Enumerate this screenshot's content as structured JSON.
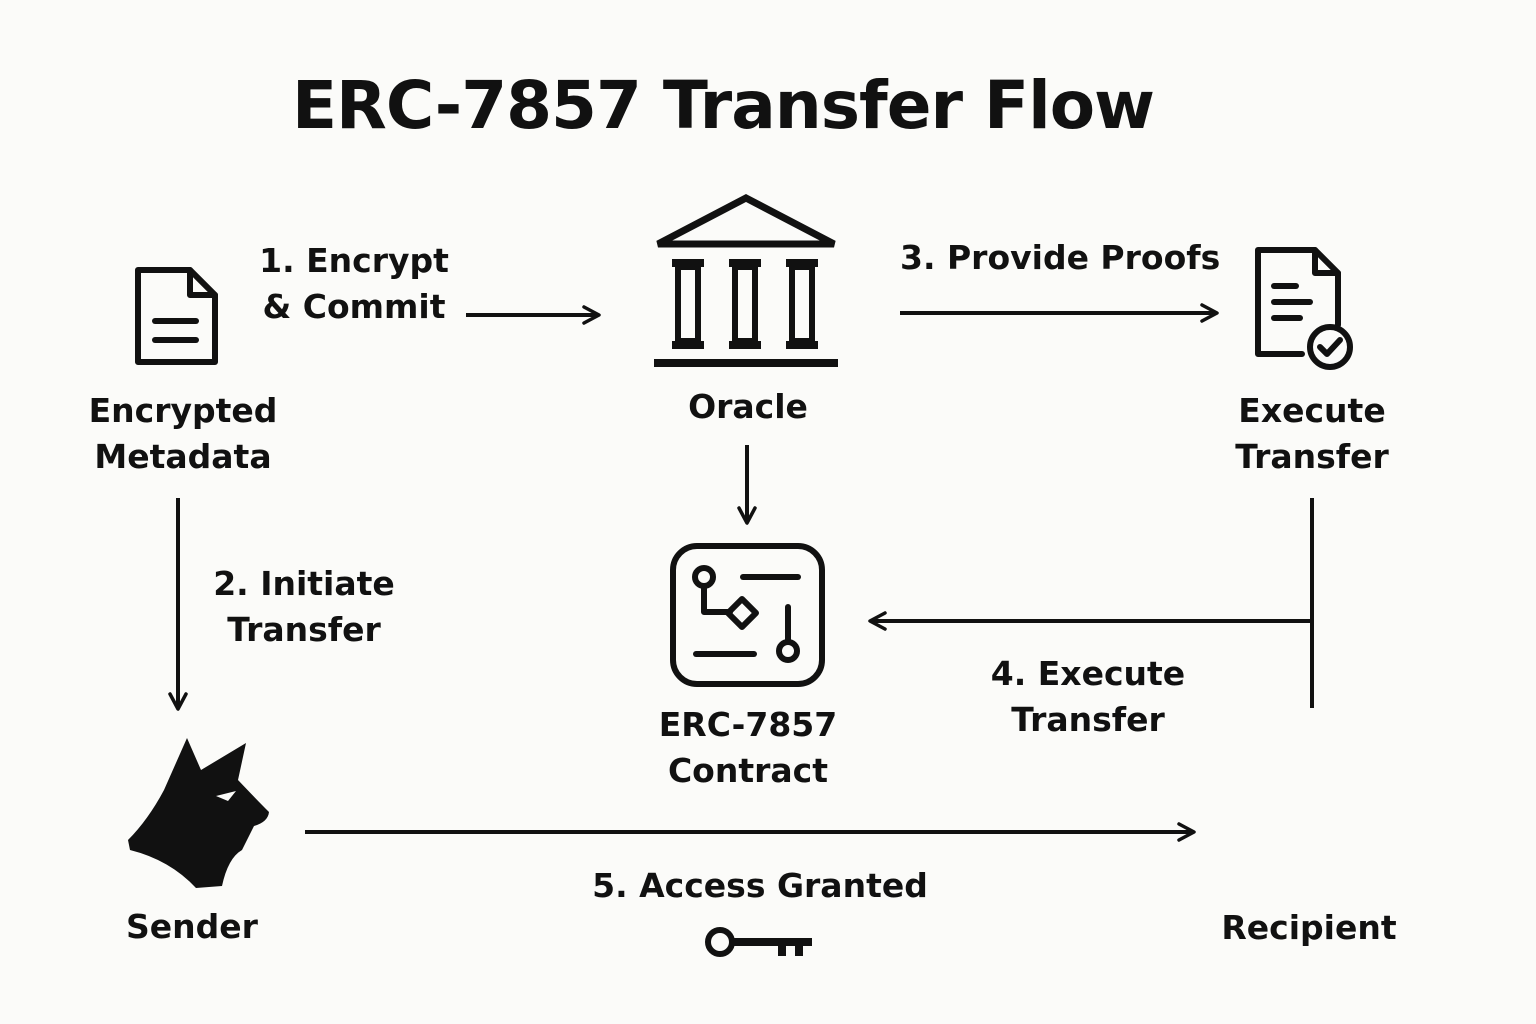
{
  "title": "ERC-7857 Transfer Flow",
  "nodes": {
    "metadata": {
      "line1": "Encrypted",
      "line2": "Metadata"
    },
    "oracle": {
      "label": "Oracle"
    },
    "execute": {
      "line1": "Execute",
      "line2": "Transfer"
    },
    "contract": {
      "line1": "ERC-7857",
      "line2": "Contract"
    },
    "sender": {
      "label": "Sender"
    },
    "recipient": {
      "label": "Recipient"
    }
  },
  "steps": {
    "step1": {
      "line1": "1. Encrypt",
      "line2": "& Commit"
    },
    "step2": {
      "line1": "2. Initiate",
      "line2": "Transfer"
    },
    "step3": {
      "label": "3. Provide Proofs"
    },
    "step4": {
      "line1": "4. Execute",
      "line2": "Transfer"
    },
    "step5": {
      "label": "5. Access Granted"
    }
  },
  "icons": {
    "metadata": "document-icon",
    "oracle": "bank-building-icon",
    "execute": "verified-document-icon",
    "contract": "smart-contract-chip-icon",
    "sender": "cat-head-icon",
    "recipient": "cat-head-icon",
    "access": "key-icon"
  },
  "colors": {
    "background": "#fbfbf9",
    "ink": "#111111"
  }
}
